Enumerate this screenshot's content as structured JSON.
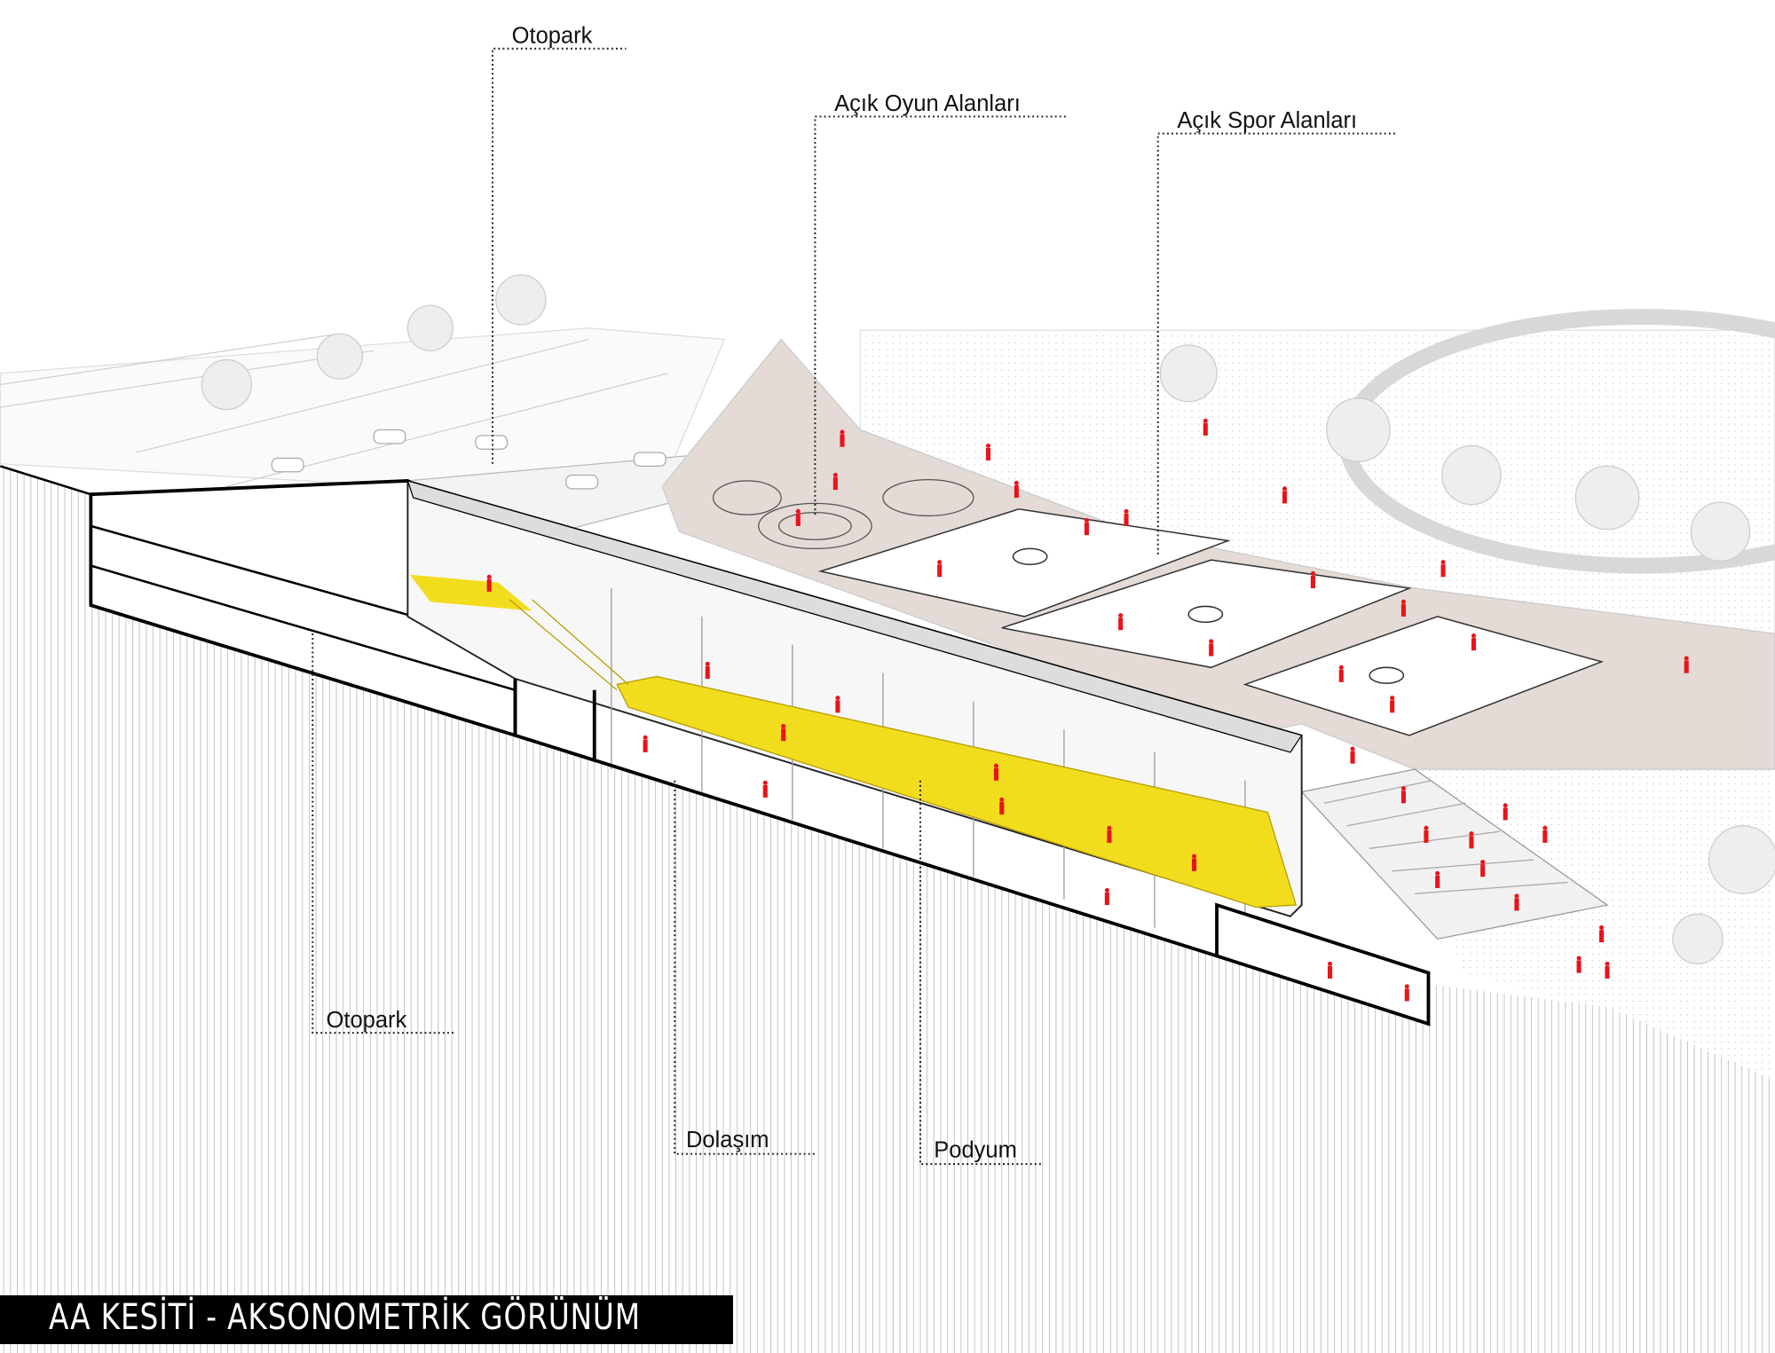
{
  "labels": {
    "otopark_top": "Otopark",
    "acik_oyun": "Açık Oyun Alanları",
    "acik_spor": "Açık Spor Alanları",
    "otopark_bottom": "Otopark",
    "dolasim": "Dolaşım",
    "podyum": "Podyum"
  },
  "title": "AA KESİTİ - AKSONOMETRİK GÖRÜNÜM",
  "colors": {
    "podium": "#f2dc1e",
    "people": "#e8141a",
    "plaza": "#e4dad6",
    "ground_hatch": "#bdbdbd"
  }
}
